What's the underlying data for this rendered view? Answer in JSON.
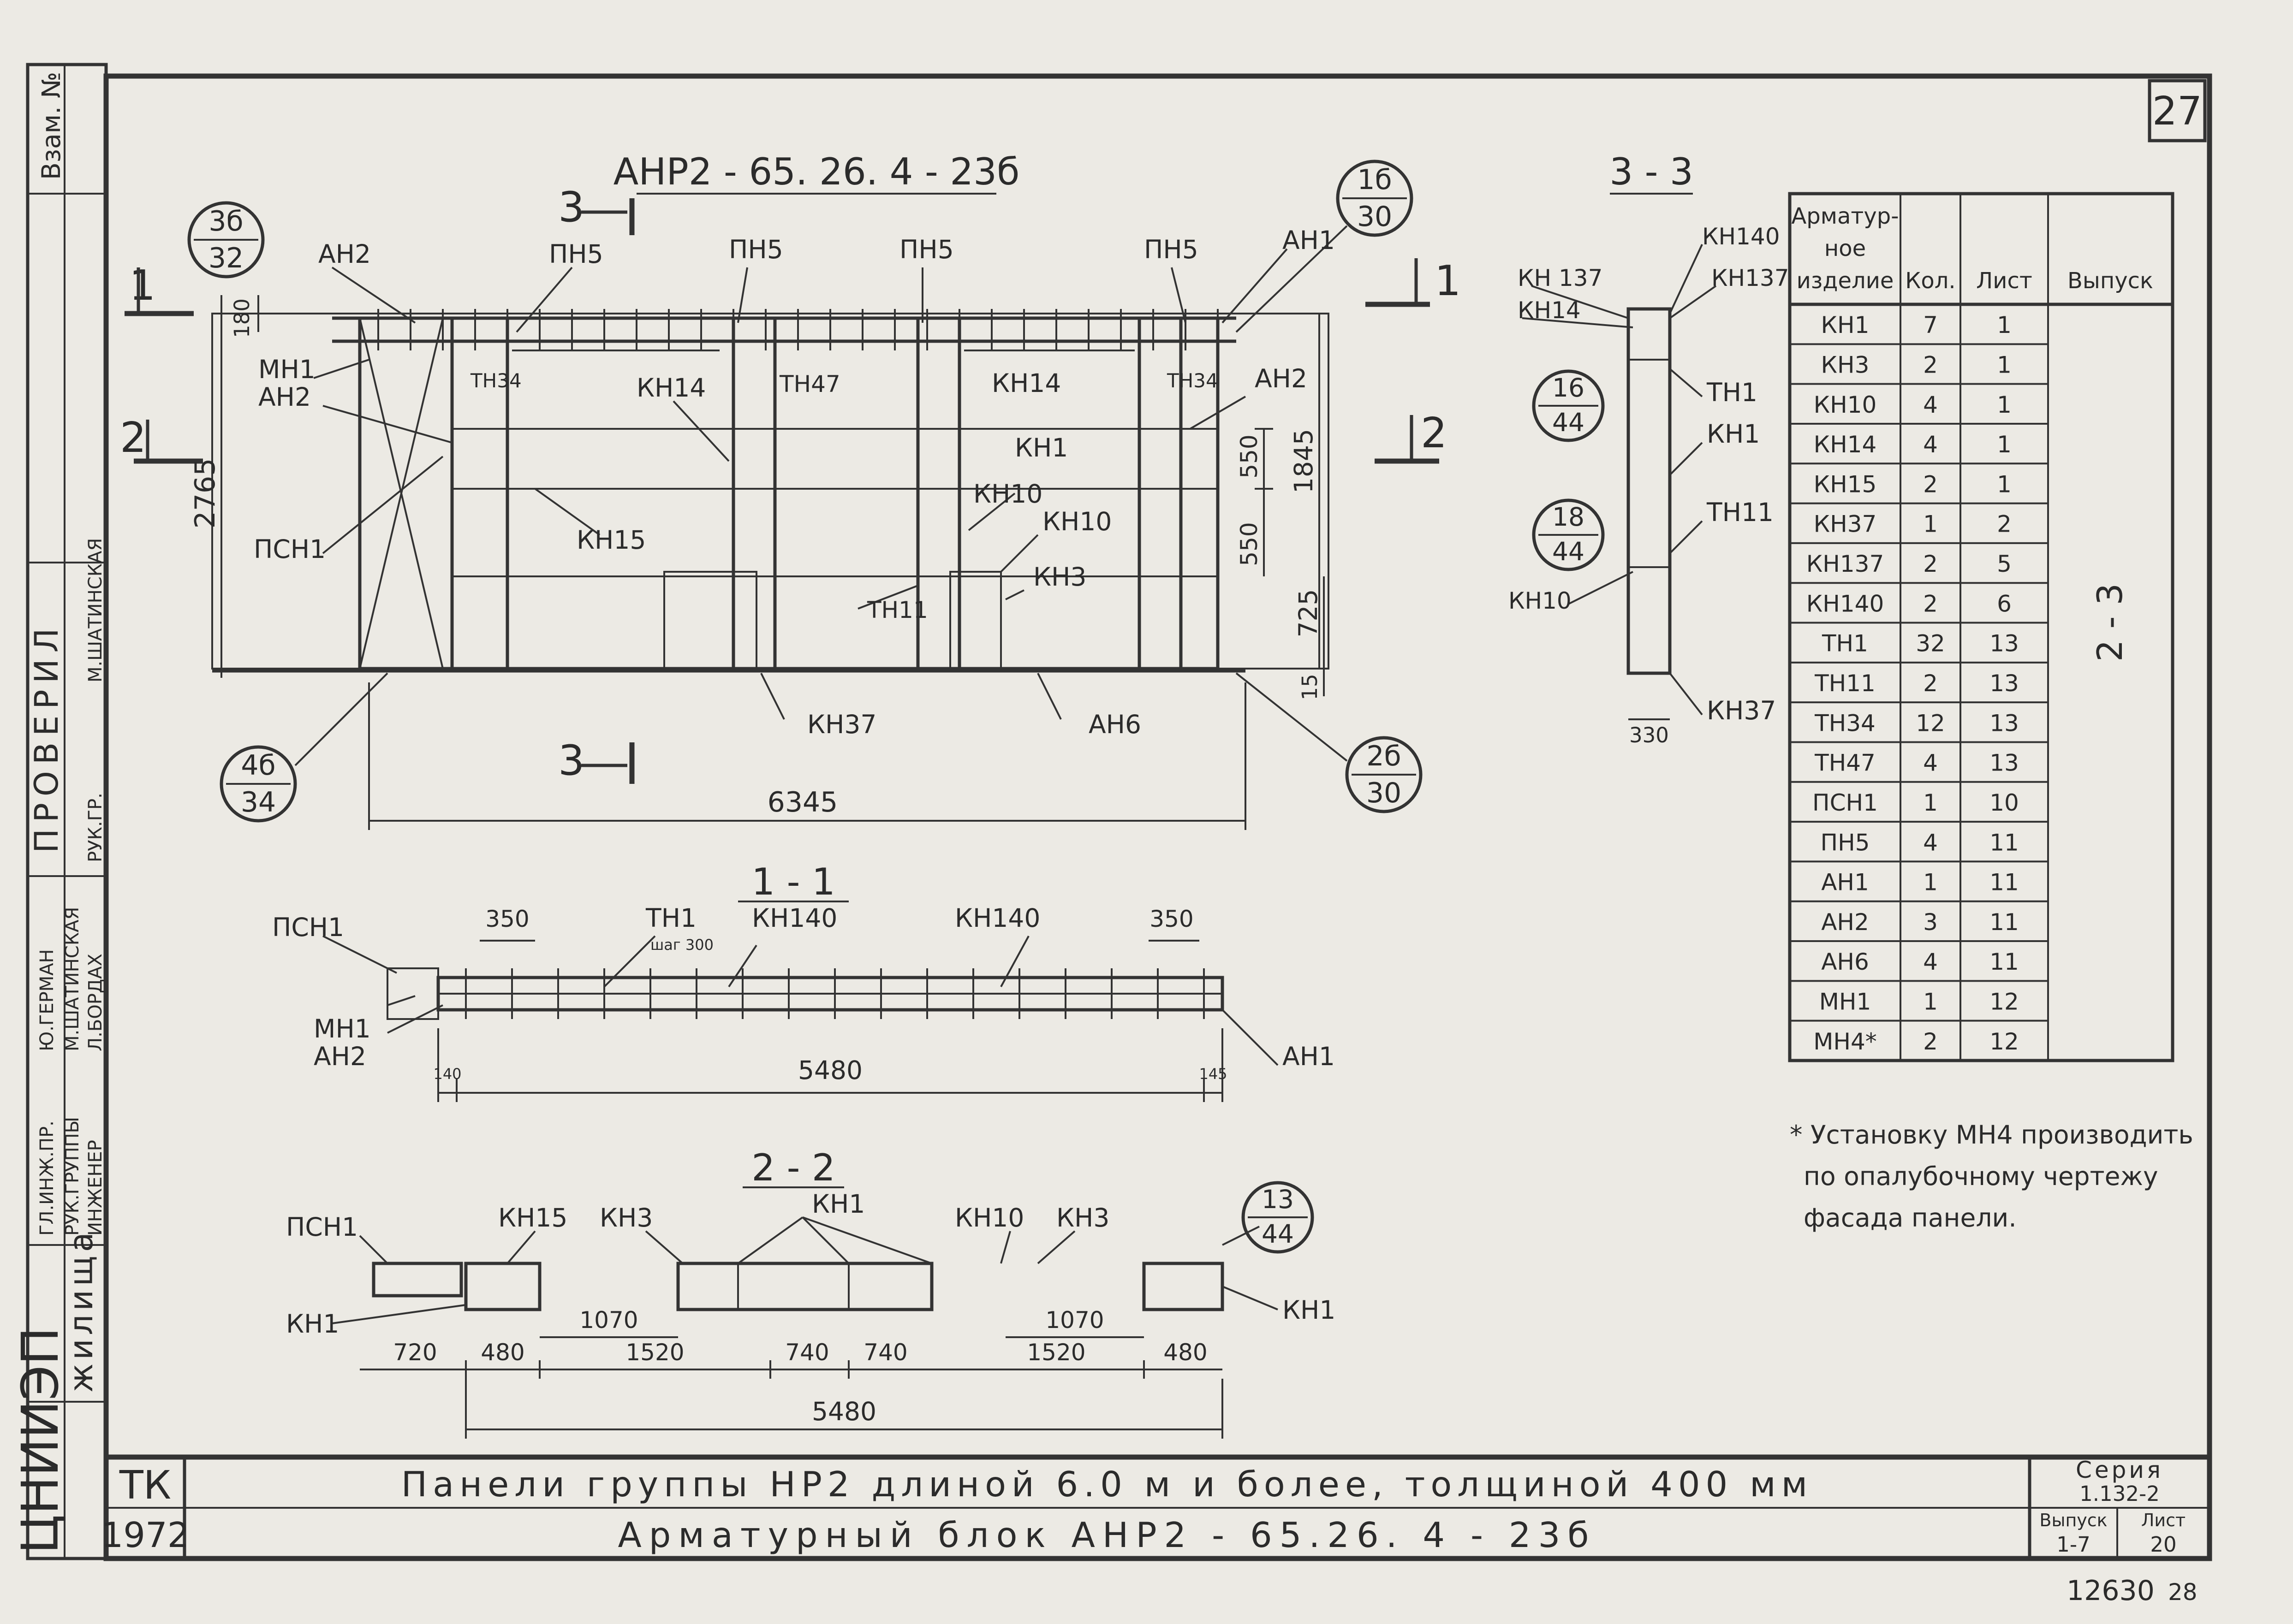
{
  "sheet": {
    "sheet_no_corner": "27",
    "archive_no": "12630",
    "archive_suffix": "28",
    "stamp_vzam": "Взам. №"
  },
  "left_strip": {
    "org": "ЦНИИЭП",
    "org2": "жилища",
    "check_title": "ПРОВЕРИЛ",
    "roles": [
      "ГЛ.ИНЖ.ПР.",
      "РУК.ГРУППЫ",
      "ИНЖЕНЕР",
      "РУК.ГР."
    ],
    "names": [
      "Ю.ГЕРМАН",
      "М.ШАТИНСКАЯ",
      "Л.БОРДАХ",
      "М.ШАТИНСКАЯ"
    ]
  },
  "main_view": {
    "title": "АНР2 - 65. 26. 4 - 23б",
    "section_cut_top": "3",
    "section_cut_bottom": "3",
    "cut_1_left": "1",
    "cut_1_right": "1",
    "cut_2_left": "2",
    "cut_2_right": "2",
    "callouts": [
      {
        "top": "3б",
        "bottom": "32"
      },
      {
        "top": "1б",
        "bottom": "30"
      },
      {
        "top": "4б",
        "bottom": "34"
      },
      {
        "top": "2б",
        "bottom": "30"
      }
    ],
    "labels": {
      "ah2_top": "АН2",
      "ph5_1": "ПН5",
      "ph5_2": "ПН5",
      "ph5_3": "ПН5",
      "ph5_4": "ПН5",
      "ah1": "АН1",
      "mh1": "МН1",
      "ah2_left": "АН2",
      "th34_l": "ТН34",
      "kh14_l": "КН14",
      "th47": "ТН47",
      "kh14_r": "КН14",
      "th34_r": "ТН34",
      "ah2_right": "АН2",
      "kh1": "КН1",
      "kh10_a": "КН10",
      "kh10_b": "КН10",
      "psh1": "ПСН1",
      "kh15": "КН15",
      "kh3": "КН3",
      "th11": "ТН11",
      "kh37": "КН37",
      "ah6": "АН6"
    },
    "dims": {
      "d180": "180",
      "d2765": "2765",
      "d550a": "550",
      "d550b": "550",
      "d1845": "1845",
      "d725": "725",
      "d15": "15",
      "d6345": "6345"
    }
  },
  "section_3_3": {
    "title": "3 - 3",
    "labels": [
      "КН140",
      "КН 137",
      "КН137",
      "КН14",
      "ТН1",
      "КН1",
      "ТН11",
      "КН10",
      "КН37"
    ],
    "callouts": [
      {
        "top": "16",
        "bottom": "44"
      },
      {
        "top": "18",
        "bottom": "44"
      }
    ],
    "dim": "330"
  },
  "section_1_1": {
    "title": "1 - 1",
    "labels": {
      "psh1": "ПСН1",
      "th1": "ТН1",
      "step": "шаг 300",
      "kh140_a": "КН140",
      "kh140_b": "КН140",
      "mh1": "МН1",
      "ah2": "АН2",
      "ah1": "АН1"
    },
    "dims": {
      "d350a": "350",
      "d350b": "350",
      "d140": "140",
      "d5480": "5480",
      "d145": "145"
    }
  },
  "section_2_2": {
    "title": "2 - 2",
    "labels": {
      "psh1": "ПСН1",
      "kh15": "КН15",
      "kh3a": "КН3",
      "kh1top": "КН1",
      "kh10": "КН10",
      "kh3b": "КН3",
      "kh1_l": "КН1",
      "kh1_r": "КН1"
    },
    "callout": {
      "top": "13",
      "bottom": "44"
    },
    "dims": {
      "d1070a": "1070",
      "d1070b": "1070",
      "d720": "720",
      "d480a": "480",
      "d1520a": "1520",
      "d740a": "740",
      "d740b": "740",
      "d1520b": "1520",
      "d480b": "480",
      "d5480": "5480"
    }
  },
  "spec_table": {
    "headers": [
      "Арматур-\nное\nизделие",
      "Кол.",
      "Лист",
      "Выпуск"
    ],
    "release": "2 - 3",
    "rows": [
      [
        "КН1",
        "7",
        "1"
      ],
      [
        "КН3",
        "2",
        "1"
      ],
      [
        "КН10",
        "4",
        "1"
      ],
      [
        "КН14",
        "4",
        "1"
      ],
      [
        "КН15",
        "2",
        "1"
      ],
      [
        "КН37",
        "1",
        "2"
      ],
      [
        "КН137",
        "2",
        "5"
      ],
      [
        "КН140",
        "2",
        "6"
      ],
      [
        "ТН1",
        "32",
        "13"
      ],
      [
        "ТН11",
        "2",
        "13"
      ],
      [
        "ТН34",
        "12",
        "13"
      ],
      [
        "ТН47",
        "4",
        "13"
      ],
      [
        "ПСН1",
        "1",
        "10"
      ],
      [
        "ПН5",
        "4",
        "11"
      ],
      [
        "АН1",
        "1",
        "11"
      ],
      [
        "АН2",
        "3",
        "11"
      ],
      [
        "АН6",
        "4",
        "11"
      ],
      [
        "МН1",
        "1",
        "12"
      ],
      [
        "МН4*",
        "2",
        "12"
      ]
    ]
  },
  "note": {
    "line1": "* Установку МН4 производить",
    "line2": "по опалубочному чертежу",
    "line3": "фасада панели."
  },
  "title_block": {
    "tk": "ТК",
    "year": "1972",
    "line1": "Панели группы НР2 длиной 6.0 м и более, толщиной 400 мм",
    "line2": "Арматурный блок АНР2 - 65.26. 4 - 23б",
    "series_label": "Серия",
    "series_value": "1.132-2",
    "release_label": "Выпуск",
    "release_value": "1-7",
    "sheet_label": "Лист",
    "sheet_value": "20"
  }
}
